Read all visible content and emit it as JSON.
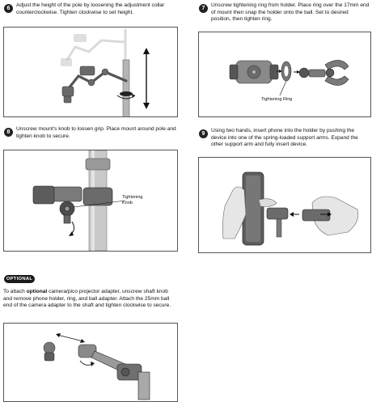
{
  "steps": [
    {
      "number": "6",
      "text": "Adjust the height of the pole by loosening the adjustment collar counterclockwise. Tighten clockwise to set height."
    },
    {
      "number": "7",
      "text": "Unscrew tightening ring from holder. Place ring over the 17mm end of mount then snap the holder onto the ball. Set to desired position, then tighten ring.",
      "callout": "Tightening Ring"
    },
    {
      "number": "8",
      "text": "Unscrew mount's knob to loosen grip. Place mount around pole and tighten knob to secure.",
      "callout_line1": "Tightening",
      "callout_line2": "Knob"
    },
    {
      "number": "9",
      "text": "Using two hands, insert phone into the holder by pushing the device into one of the spring-loaded support arms. Expand the other support arm and fully insert device."
    }
  ],
  "optional": {
    "badge": "OPTIONAL",
    "text_pre": "To attach ",
    "text_bold": "optional",
    "text_post": " camera/pico projector adapter, unscrew shaft knob and remove phone holder, ring, and ball adapter. Attach the 25mm ball end of the camera adapter to the shaft and tighten clockwise to secure."
  }
}
